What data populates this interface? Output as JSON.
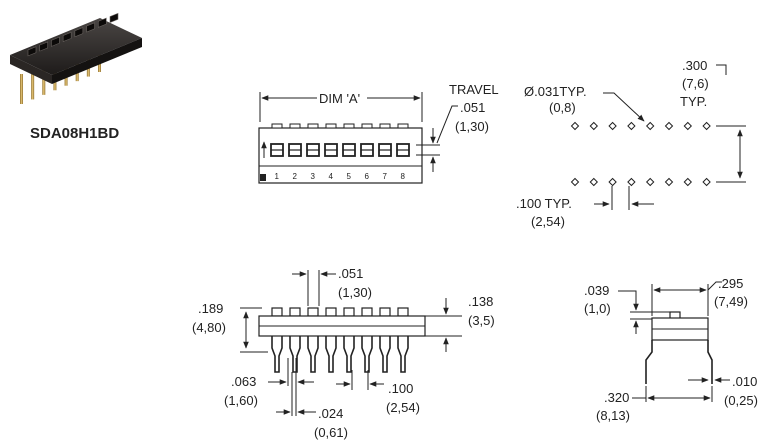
{
  "product": {
    "model": "SDA08H1BD",
    "photo_icon": "dip-switch-photo"
  },
  "top_view": {
    "dim_a": "DIM 'A'",
    "travel": "TRAVEL",
    "travel_in": ".051",
    "travel_mm": "(1,30)",
    "switch_numbers": [
      "1",
      "2",
      "3",
      "4",
      "5",
      "6",
      "7",
      "8"
    ]
  },
  "footprint": {
    "hole_in": "Ø.031TYP.",
    "hole_mm": "(0,8)",
    "row_spacing_in": ".300",
    "row_spacing_mm": "(7,6)",
    "row_spacing_note": "TYP.",
    "pitch_in": ".100 TYP.",
    "pitch_mm": "(2,54)"
  },
  "side_view": {
    "act_width_in": ".051",
    "act_width_mm": "(1,30)",
    "height_in": ".189",
    "height_mm": "(4,80)",
    "body_in": ".138",
    "body_mm": "(3,5)",
    "lead_width_in": ".063",
    "lead_width_mm": "(1,60)",
    "lead_thick_in": ".024",
    "lead_thick_mm": "(0,61)",
    "pitch_in": ".100",
    "pitch_mm": "(2,54)"
  },
  "end_view": {
    "act_height_in": ".039",
    "act_height_mm": "(1,0)",
    "width_in": ".295",
    "width_mm": "(7,49)",
    "lead_span_in": ".320",
    "lead_span_mm": "(8,13)",
    "lead_in": ".010",
    "lead_mm": "(0,25)"
  }
}
